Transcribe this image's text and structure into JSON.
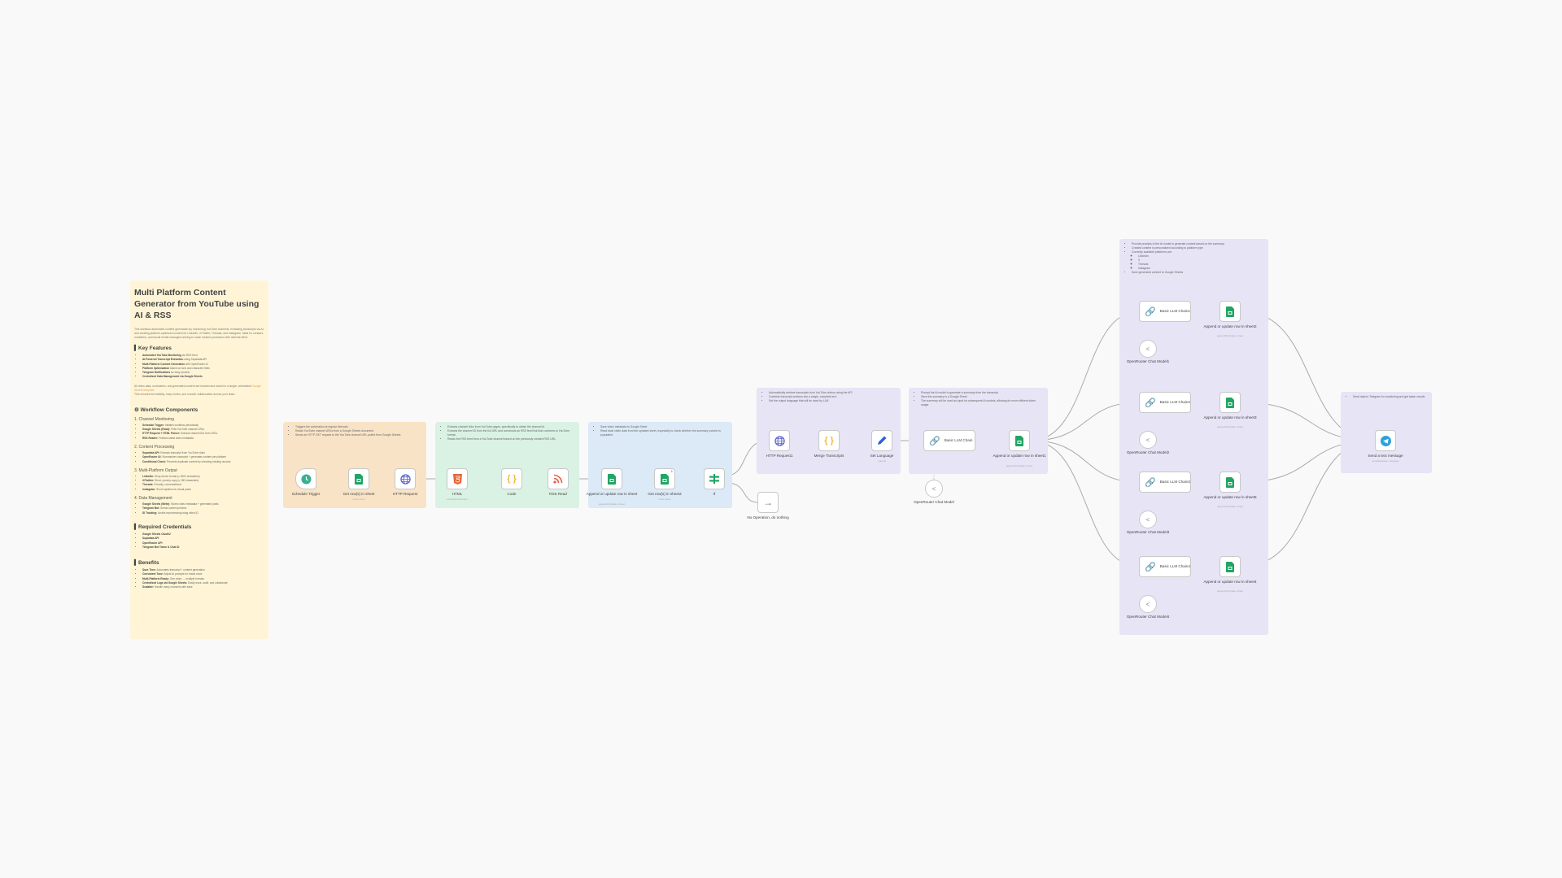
{
  "canvas": {
    "background": "#f9f9f9"
  },
  "main_note": {
    "title": "Multi Platform Content Generator from YouTube using AI & RSS",
    "intro": "This workflow automates content generation by monitoring YouTube channels, extracting transcripts via AI, and creating platform-optimized content for LinkedIn, X/Twitter, Threads, and Instagram. Ideal for creators, marketers, and social media managers aiming to scale content production with minimal effort.",
    "key_features_title": "Key Features",
    "key_features": [
      {
        "bold": "Automated YouTube Monitoring",
        "text": " via RSS feed"
      },
      {
        "bold": "AI-Powered Transcript Extraction",
        "text": " using Supadata API"
      },
      {
        "bold": "Multi-Platform Content Generation",
        "text": " with OpenRouter AI"
      },
      {
        "bold": "Platform Optimization",
        "text": " based on tone and character limits"
      },
      {
        "bold": "Telegram Notifications",
        "text": " for easy preview"
      },
      {
        "bold": "Centralized Data Management via Google Sheets",
        "text": ""
      }
    ],
    "data_note_pre": "All video data, summaries, and generated content are tracked and stored in a single, centralized ",
    "data_note_link": "Google Sheets template",
    "data_note_post": "This ensures full visibility, easy review, and smooth collaboration across your team.",
    "components_title": "Workflow Components",
    "components": [
      {
        "heading": "1. Channel Monitoring",
        "items": [
          {
            "bold": "Schedule Trigger:",
            "text": " Initiates workflow periodically"
          },
          {
            "bold": "Google Sheets (Read):",
            "text": " Pulls YouTube channel URLs"
          },
          {
            "bold": "HTTP Request + HTML Parser:",
            "text": " Extracts channel IDs from URLs"
          },
          {
            "bold": "RSS Reader:",
            "text": " Fetches latest video metadata"
          }
        ]
      },
      {
        "heading": "2. Content Processing",
        "items": [
          {
            "bold": "Supadata API:",
            "text": " Extracts transcript from YouTube video"
          },
          {
            "bold": "OpenRouter AI:",
            "text": " Summarizes transcript + generates content per platform"
          },
          {
            "bold": "Conditional Check:",
            "text": " Prevents duplicate content by checking existing records"
          }
        ]
      },
      {
        "heading": "3. Multi-Platform Output",
        "items": [
          {
            "bold": "LinkedIn:",
            "text": " Story-driven format (≤ 3000 characters)"
          },
          {
            "bold": "X/Twitter:",
            "text": " Short, punchy copy (≤ 280 characters)"
          },
          {
            "bold": "Threads:",
            "text": " Friendly, conversational"
          },
          {
            "bold": "Instagram:",
            "text": " Short captions for visual posts"
          }
        ]
      },
      {
        "heading": "4. Data Management",
        "items": [
          {
            "bold": "Google Sheets (Write):",
            "text": " Stores video metadata + generated posts"
          },
          {
            "bold": "Telegram Bot:",
            "text": " Sends content preview"
          },
          {
            "bold": "ID Tracking:",
            "text": " Avoids reprocessing using video ID"
          }
        ]
      }
    ],
    "credentials_title": "Required Credentials",
    "credentials": [
      "Google Sheets OAuth2",
      "Supadata API",
      "OpenRouter API",
      "Telegram Bot Token & Chat ID"
    ],
    "benefits_title": "Benefits",
    "benefits": [
      {
        "bold": "Save Time:",
        "text": " Automates transcript + content generation"
      },
      {
        "bold": "Consistent Tone:",
        "text": " Adjust AI prompts for brand voice"
      },
      {
        "bold": "Multi-Platform Ready:",
        "text": " One video → multiple formats"
      },
      {
        "bold": "Centralized Logs via Google Sheets:",
        "text": " Easily track, audit, and collaborate"
      },
      {
        "bold": "Scalable:",
        "text": " Handle many channels with ease"
      }
    ]
  },
  "groups": [
    {
      "id": "g1",
      "color": "#f8e3c6",
      "notes": [
        "Triggers the automation at regular intervals.",
        "Reads YouTube channel URLs from a Google Sheets document.",
        "Sends an HTTP GET request to the YouTube channel URL pulled from Google Sheets."
      ]
    },
    {
      "id": "g2",
      "color": "#d9f2e3",
      "notes": [
        "Extracts channel links from YouTube pages, specifically to obtain the channel id.",
        "Extracts the channel ID from the full URL and constructs an RSS feed link that conforms to YouTube format.",
        "Reads the RSS feed from a YouTube channel based on the previously created RSS URL."
      ]
    },
    {
      "id": "g3",
      "color": "#dce9f6",
      "notes": [
        "Save video metadata to Google Sheet",
        "Read back video data from the updated sheet, especially to check whether the summary column is populated"
      ]
    },
    {
      "id": "g4",
      "color": "#e6e4f5",
      "notes": [
        "Automatically retrieve transcripts from YouTube videos using the API",
        "Combine transcript sections into a single, complete text",
        "Set the output language that will be used by LLM"
      ]
    },
    {
      "id": "g5",
      "color": "#e6e4f5",
      "notes": [
        "Prompt the AI model to generate a summary from the transcript",
        "Save the summary to a Google Sheet",
        "The summary will be used as input for subsequent AI models, allowing for more efficient token usage."
      ]
    },
    {
      "id": "g6",
      "color": "#e6e4f5",
      "notes": [
        "Provide prompts to the AI model to generate content based on the summary",
        "Created content is personalized according to platform type",
        "Currently available platforms are:"
      ],
      "sub_notes": [
        "LinkedIn",
        "X",
        "Threads",
        "Instagram"
      ],
      "notes_after": [
        "Save generated content to Google Sheets"
      ]
    },
    {
      "id": "g7",
      "color": "#e6e4f5",
      "notes": [
        "Send data to Telegram for monitoring and get faster results"
      ]
    }
  ],
  "nodes": [
    {
      "id": "schedule",
      "label": "Schedule Trigger",
      "icon": "clock-icon",
      "color": "#35b190"
    },
    {
      "id": "getrows",
      "label": "Get row(s) in sheet",
      "sub": "read: sheet",
      "icon": "google-sheets-icon",
      "color": "#21a464"
    },
    {
      "id": "http",
      "label": "HTTP Request",
      "icon": "globe-icon",
      "color": "#5b63c7"
    },
    {
      "id": "html",
      "label": "HTML",
      "sub": "extractHtmlContent",
      "icon": "html5-icon",
      "color": "#e4663c"
    },
    {
      "id": "code",
      "label": "Code",
      "icon": "braces-icon",
      "color": "#f4b73e"
    },
    {
      "id": "rss",
      "label": "RSS Read",
      "icon": "rss-icon",
      "color": "#e46046"
    },
    {
      "id": "append",
      "label": "Append or update row in sheet",
      "sub": "appendOrUpdate: sheet",
      "icon": "google-sheets-icon",
      "color": "#21a464"
    },
    {
      "id": "getrows2",
      "label": "Get row(s) in sheet2",
      "sub": "read: sheet",
      "badge": "1",
      "icon": "google-sheets-icon",
      "color": "#21a464"
    },
    {
      "id": "if",
      "label": "If",
      "icon": "if-icon",
      "color": "#21a464"
    },
    {
      "id": "http1",
      "label": "HTTP Request1",
      "icon": "globe-icon",
      "color": "#5b63c7"
    },
    {
      "id": "merge",
      "label": "Merge Transcripts",
      "icon": "braces-icon",
      "color": "#f4b73e"
    },
    {
      "id": "setlang",
      "label": "Set Language",
      "sub": "manual",
      "icon": "pencil-icon",
      "color": "#2e63d6"
    },
    {
      "id": "noop",
      "label": "No Operation, do nothing",
      "icon": "arrow-right-icon",
      "color": "#777777"
    },
    {
      "id": "llm",
      "label": "Basic LLM Chain",
      "icon": "link-chain-icon",
      "color": "#222222"
    },
    {
      "id": "append1",
      "label": "Append or update row in sheet1",
      "sub": "appendOrUpdate: sheet",
      "icon": "google-sheets-icon",
      "color": "#21a464"
    },
    {
      "id": "or",
      "label": "OpenRouter Chat Model",
      "icon": "openrouter-icon",
      "color": "#888888"
    },
    {
      "id": "llm1",
      "label": "Basic LLM Chain1",
      "icon": "link-chain-icon",
      "color": "#222222"
    },
    {
      "id": "append2",
      "label": "Append or update row in sheet2",
      "sub": "appendOrUpdate: sheet",
      "icon": "google-sheets-icon",
      "color": "#21a464"
    },
    {
      "id": "or1",
      "label": "OpenRouter Chat Model1",
      "icon": "openrouter-icon",
      "color": "#888888"
    },
    {
      "id": "llm2",
      "label": "Basic LLM Chain2",
      "icon": "link-chain-icon",
      "color": "#222222"
    },
    {
      "id": "append3",
      "label": "Append or update row in sheet3",
      "sub": "appendOrUpdate: sheet",
      "icon": "google-sheets-icon",
      "color": "#21a464"
    },
    {
      "id": "or2",
      "label": "OpenRouter Chat Model2",
      "icon": "openrouter-icon",
      "color": "#888888"
    },
    {
      "id": "llm3",
      "label": "Basic LLM Chain3",
      "icon": "link-chain-icon",
      "color": "#222222"
    },
    {
      "id": "append5",
      "label": "Append or update row in sheet5",
      "sub": "appendOrUpdate: sheet",
      "icon": "google-sheets-icon",
      "color": "#21a464"
    },
    {
      "id": "or3",
      "label": "OpenRouter Chat Model3",
      "icon": "openrouter-icon",
      "color": "#888888"
    },
    {
      "id": "llm4",
      "label": "Basic LLM Chain4",
      "icon": "link-chain-icon",
      "color": "#222222"
    },
    {
      "id": "append4",
      "label": "Append or update row in sheet4",
      "sub": "appendOrUpdate: sheet",
      "icon": "google-sheets-icon",
      "color": "#21a464"
    },
    {
      "id": "or4",
      "label": "OpenRouter Chat Model4",
      "icon": "openrouter-icon",
      "color": "#888888"
    },
    {
      "id": "telegram",
      "label": "Send a text message",
      "sub": "sendMessage: message",
      "icon": "telegram-icon",
      "color": "#2aa3dc"
    }
  ]
}
